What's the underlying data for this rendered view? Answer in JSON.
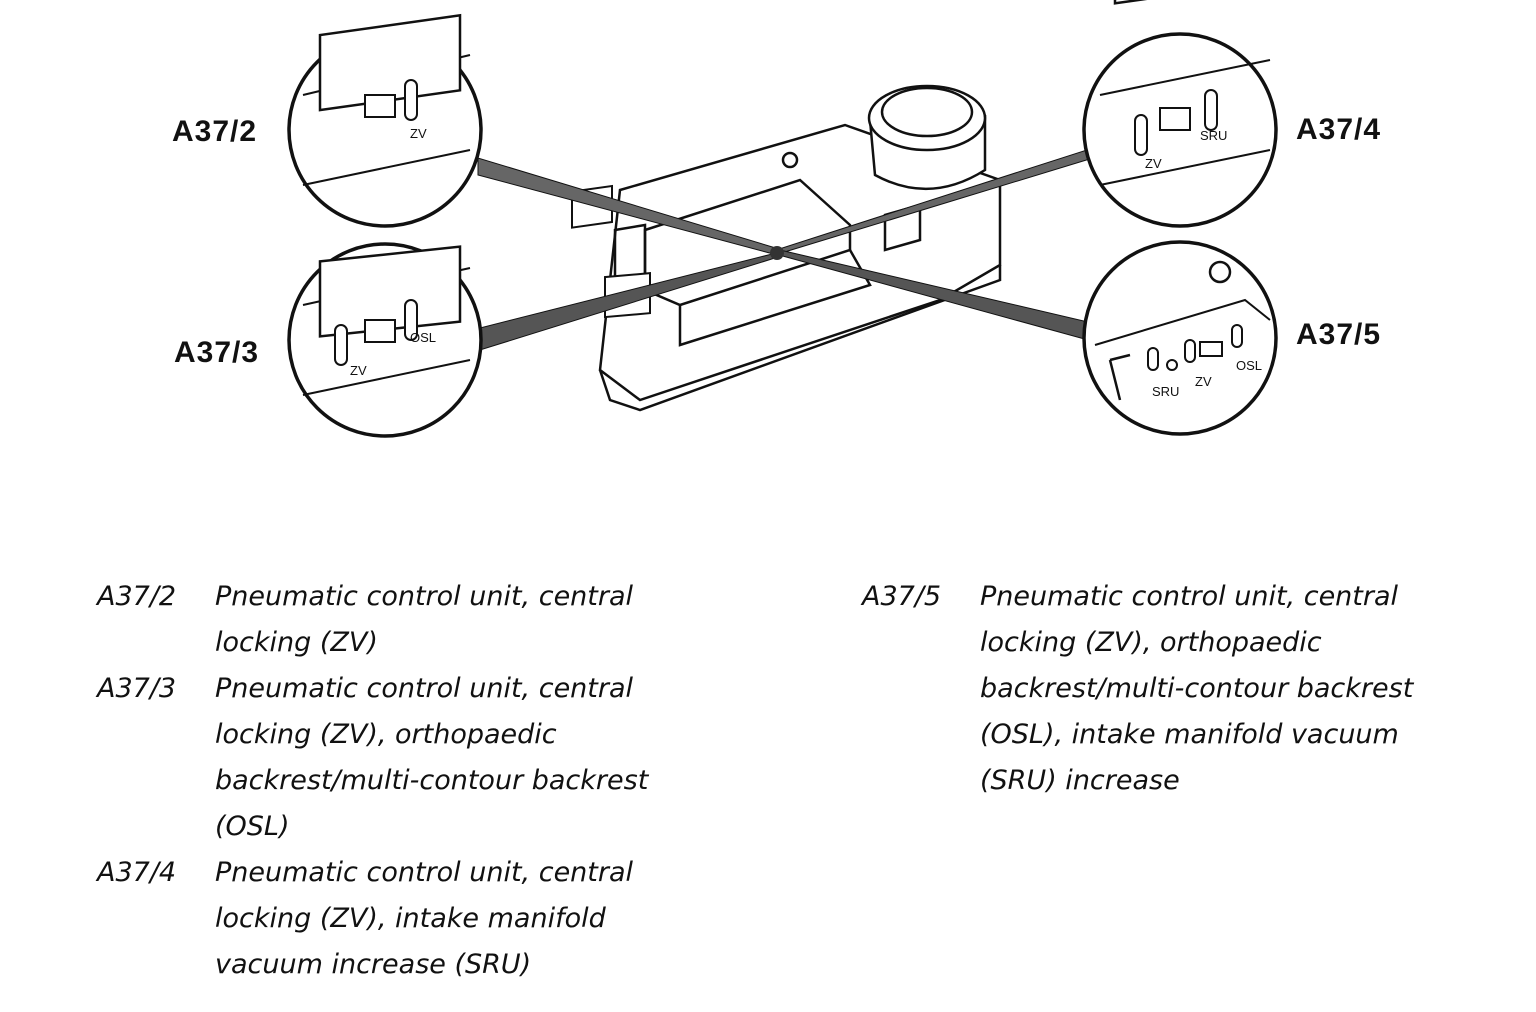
{
  "callouts": [
    {
      "label": "A37/2",
      "ports": [
        "ZV"
      ]
    },
    {
      "label": "A37/3",
      "ports": [
        "ZV",
        "OSL"
      ]
    },
    {
      "label": "A37/4",
      "ports": [
        "ZV",
        "SRU"
      ]
    },
    {
      "label": "A37/5",
      "ports": [
        "SRU",
        "ZV",
        "OSL"
      ]
    }
  ],
  "legend": {
    "left": [
      {
        "code": "A37/2",
        "lines": [
          "Pneumatic control unit, central",
          "locking (ZV)"
        ]
      },
      {
        "code": "A37/3",
        "lines": [
          "Pneumatic control unit, central",
          "locking (ZV), orthopaedic",
          "backrest/multi-contour backrest",
          "(OSL)"
        ]
      },
      {
        "code": "A37/4",
        "lines": [
          "Pneumatic control unit, central",
          "locking (ZV), intake manifold",
          "vacuum increase (SRU)"
        ]
      }
    ],
    "right": [
      {
        "code": "A37/5",
        "lines": [
          "Pneumatic control unit, central",
          "locking (ZV), orthopaedic",
          "backrest/multi-contour backrest",
          "(OSL), intake manifold vacuum",
          "(SRU) increase"
        ]
      }
    ]
  }
}
